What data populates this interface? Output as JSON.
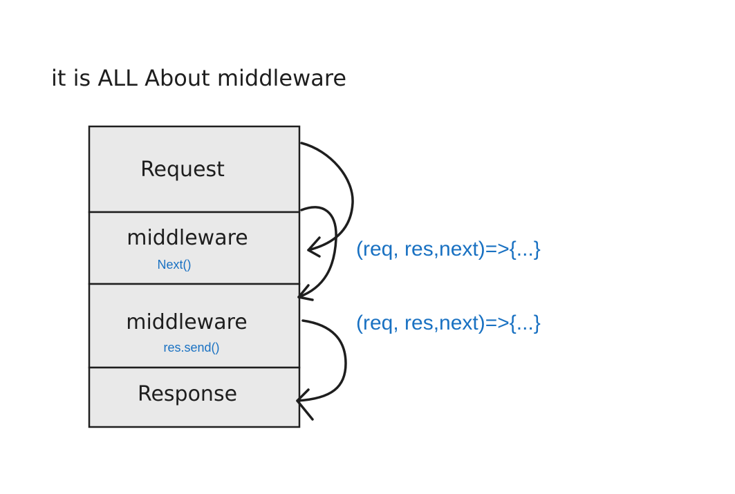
{
  "diagram": {
    "title": "it is ALL About middleware",
    "stack": {
      "boxes": [
        {
          "label": "Request",
          "sub": ""
        },
        {
          "label": "middleware",
          "sub": "Next()"
        },
        {
          "label": "middleware",
          "sub": "res.send()"
        },
        {
          "label": "Response",
          "sub": ""
        }
      ]
    },
    "annotations": [
      "(req, res,next)=>{...}",
      "(req, res,next)=>{...}"
    ],
    "colors": {
      "stroke": "#1e1e1e",
      "box_fill": "#e9e9e9",
      "accent": "#1971c2"
    }
  }
}
